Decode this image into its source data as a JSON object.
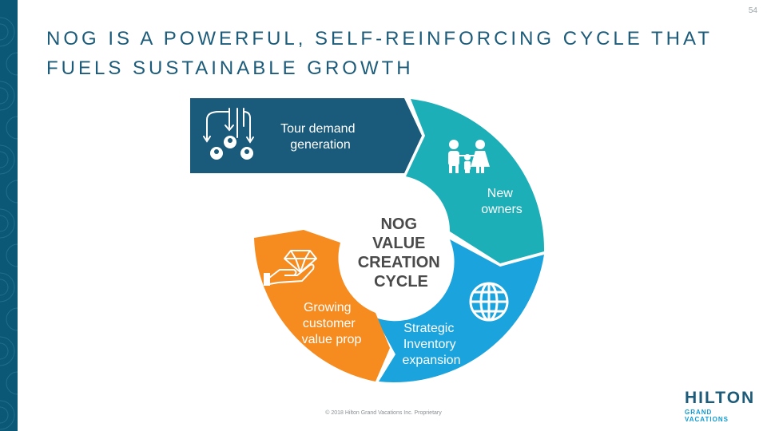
{
  "page_number": "54",
  "title": "NOG IS A POWERFUL, SELF-REINFORCING CYCLE THAT FUELS SUSTAINABLE GROWTH",
  "colors": {
    "dark_teal": "#1a5a7a",
    "teal": "#1cafb7",
    "blue": "#1aa3dd",
    "orange": "#f68b1f",
    "center_text": "#4a4a4a"
  },
  "cycle": {
    "center_lines": [
      "NOG",
      "VALUE",
      "CREATION",
      "CYCLE"
    ],
    "stages": [
      {
        "lines": [
          "Tour demand",
          "generation"
        ],
        "icon": "funnel-people-icon"
      },
      {
        "lines": [
          "New",
          "owners"
        ],
        "icon": "family-icon"
      },
      {
        "lines": [
          "Strategic",
          "Inventory",
          "expansion"
        ],
        "icon": "globe-icon"
      },
      {
        "lines": [
          "Growing",
          "customer",
          "value prop"
        ],
        "icon": "diamond-hand-icon"
      }
    ]
  },
  "footer": "© 2018 Hilton Grand Vacations Inc. Proprietary",
  "logo": {
    "main": "HILTON",
    "sub": "GRAND VACATIONS"
  }
}
